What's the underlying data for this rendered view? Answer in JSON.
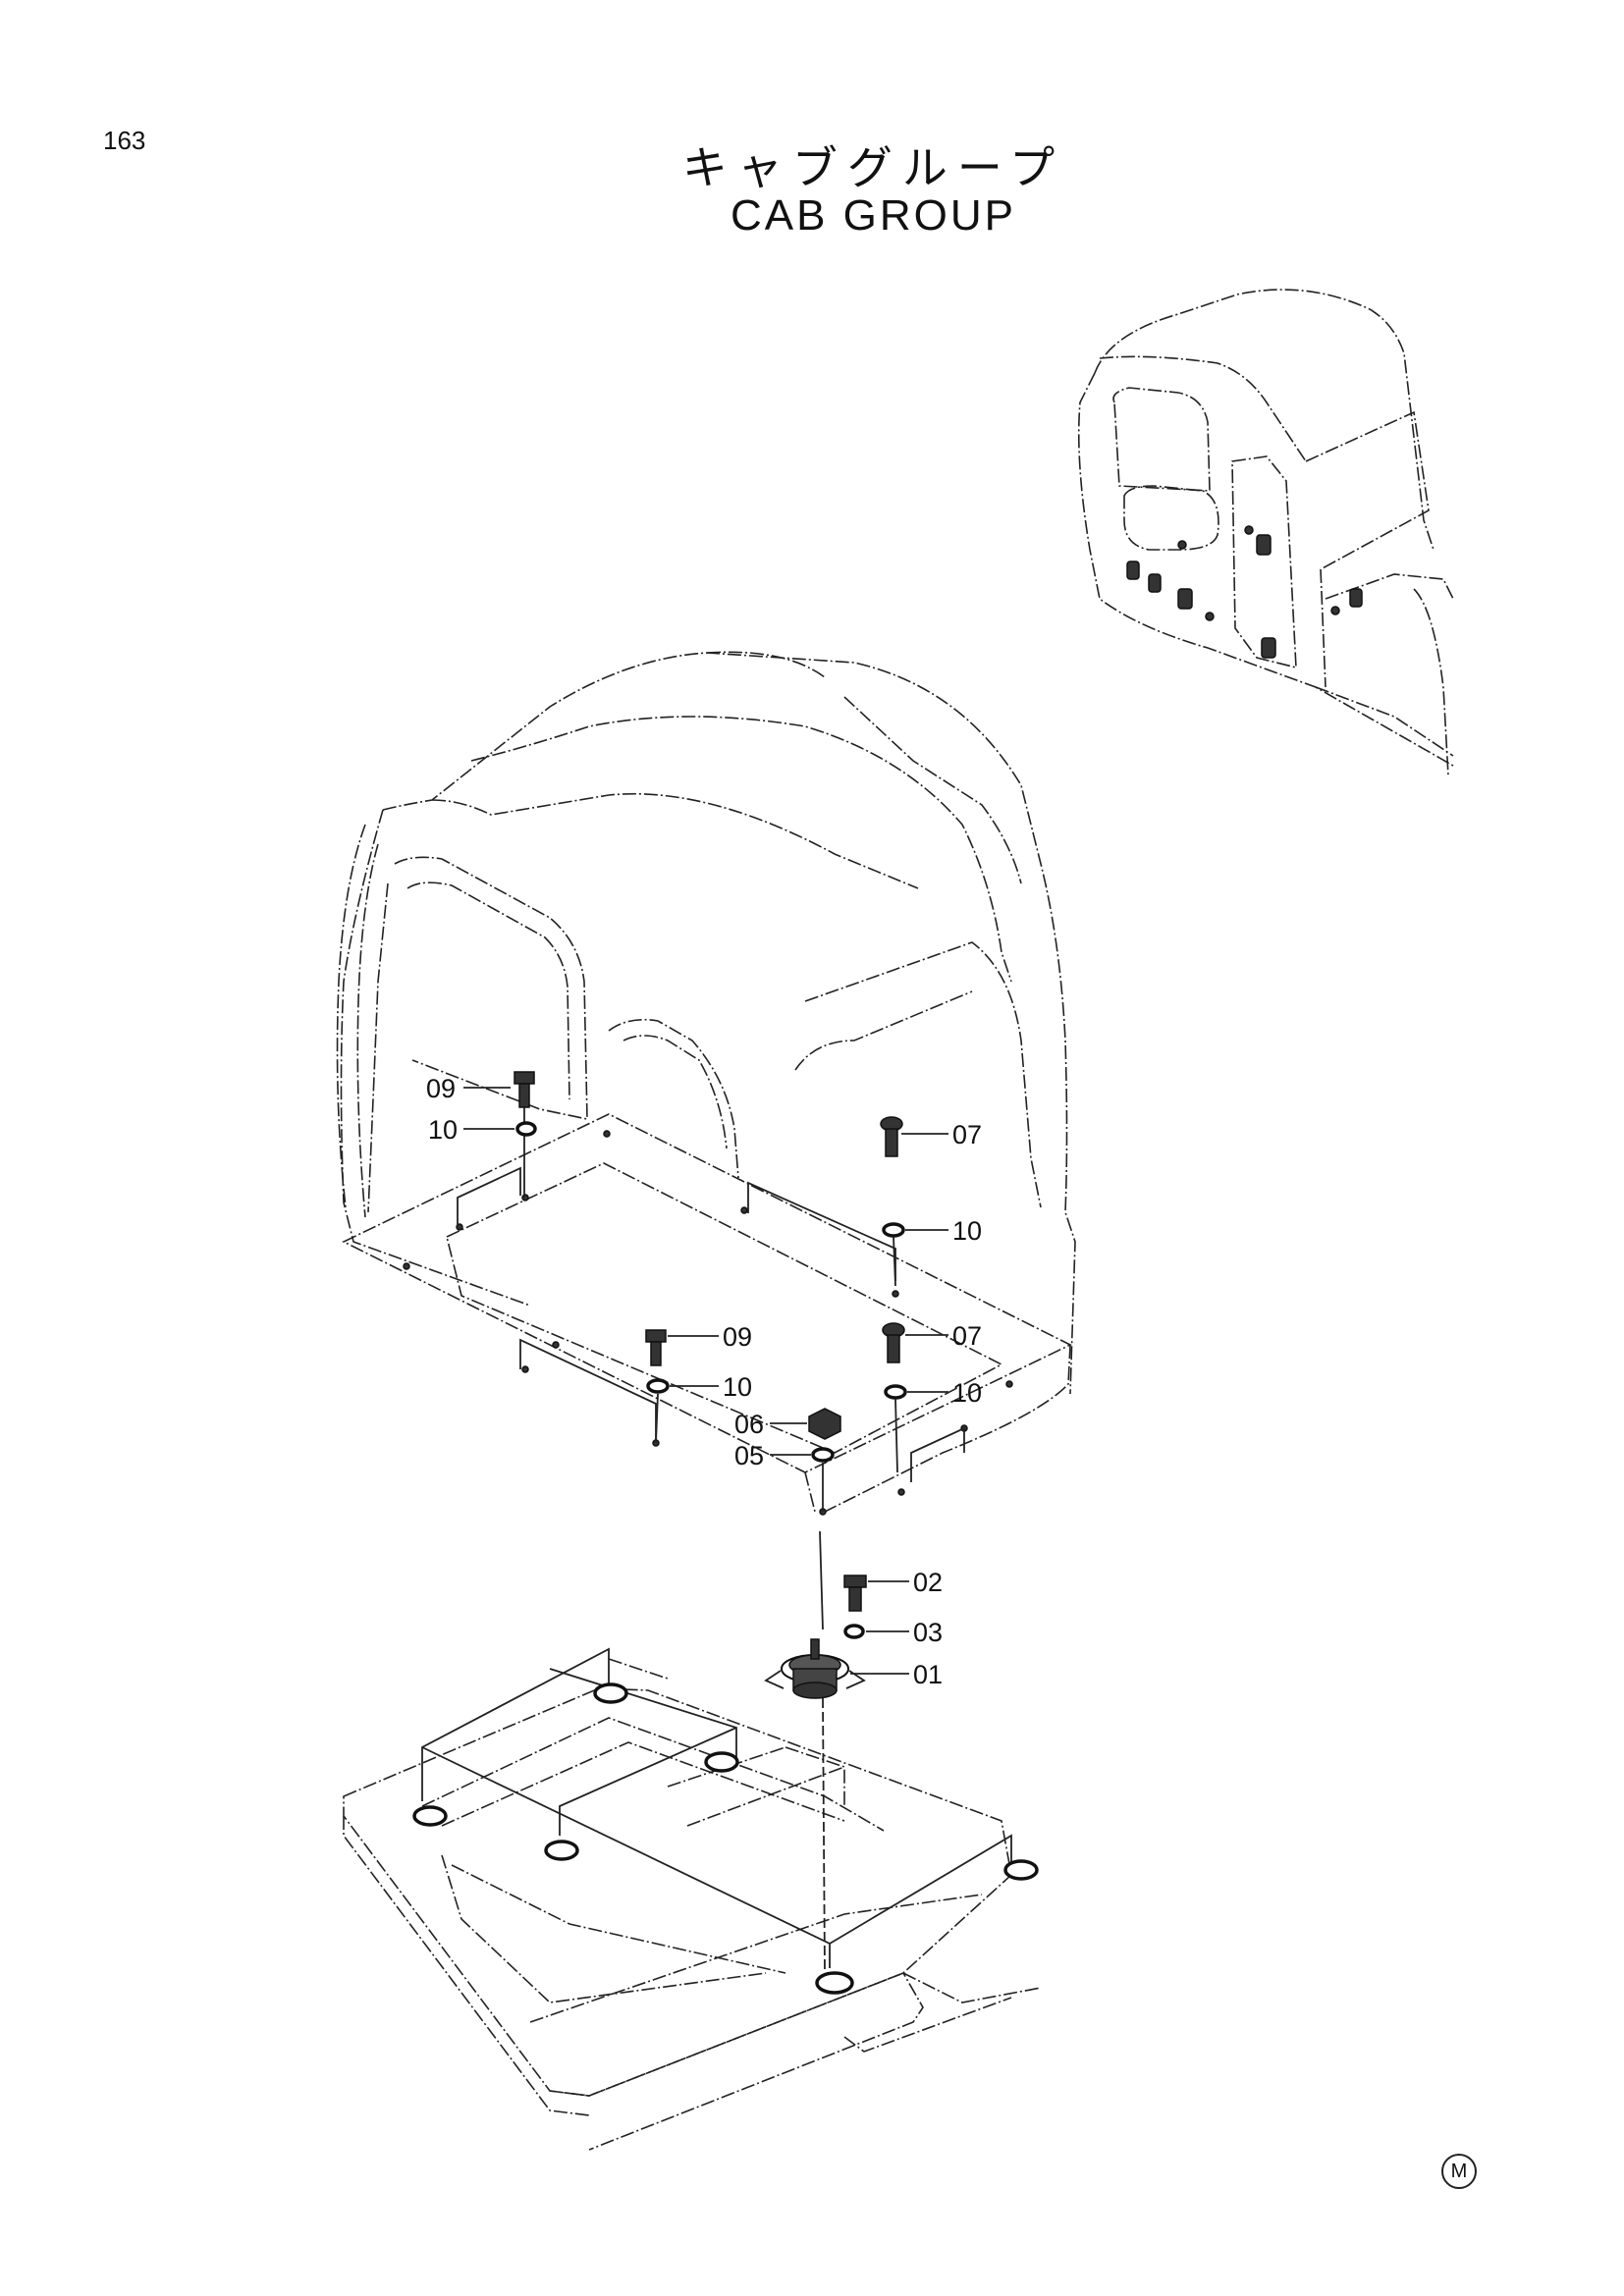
{
  "page": {
    "number": "163"
  },
  "title": {
    "japanese": "キャブグループ",
    "english": "CAB GROUP"
  },
  "callouts": [
    {
      "id": "label-09-left",
      "text": "09"
    },
    {
      "id": "label-10-left",
      "text": "10"
    },
    {
      "id": "label-07-upper",
      "text": "07"
    },
    {
      "id": "label-10-upper",
      "text": "10"
    },
    {
      "id": "label-09-center",
      "text": "09"
    },
    {
      "id": "label-10-center",
      "text": "10"
    },
    {
      "id": "label-07-lower",
      "text": "07"
    },
    {
      "id": "label-10-lower",
      "text": "10"
    },
    {
      "id": "label-06",
      "text": "06"
    },
    {
      "id": "label-05",
      "text": "05"
    },
    {
      "id": "label-02",
      "text": "02"
    },
    {
      "id": "label-03",
      "text": "03"
    },
    {
      "id": "label-01",
      "text": "01"
    }
  ],
  "corner_mark": "M"
}
